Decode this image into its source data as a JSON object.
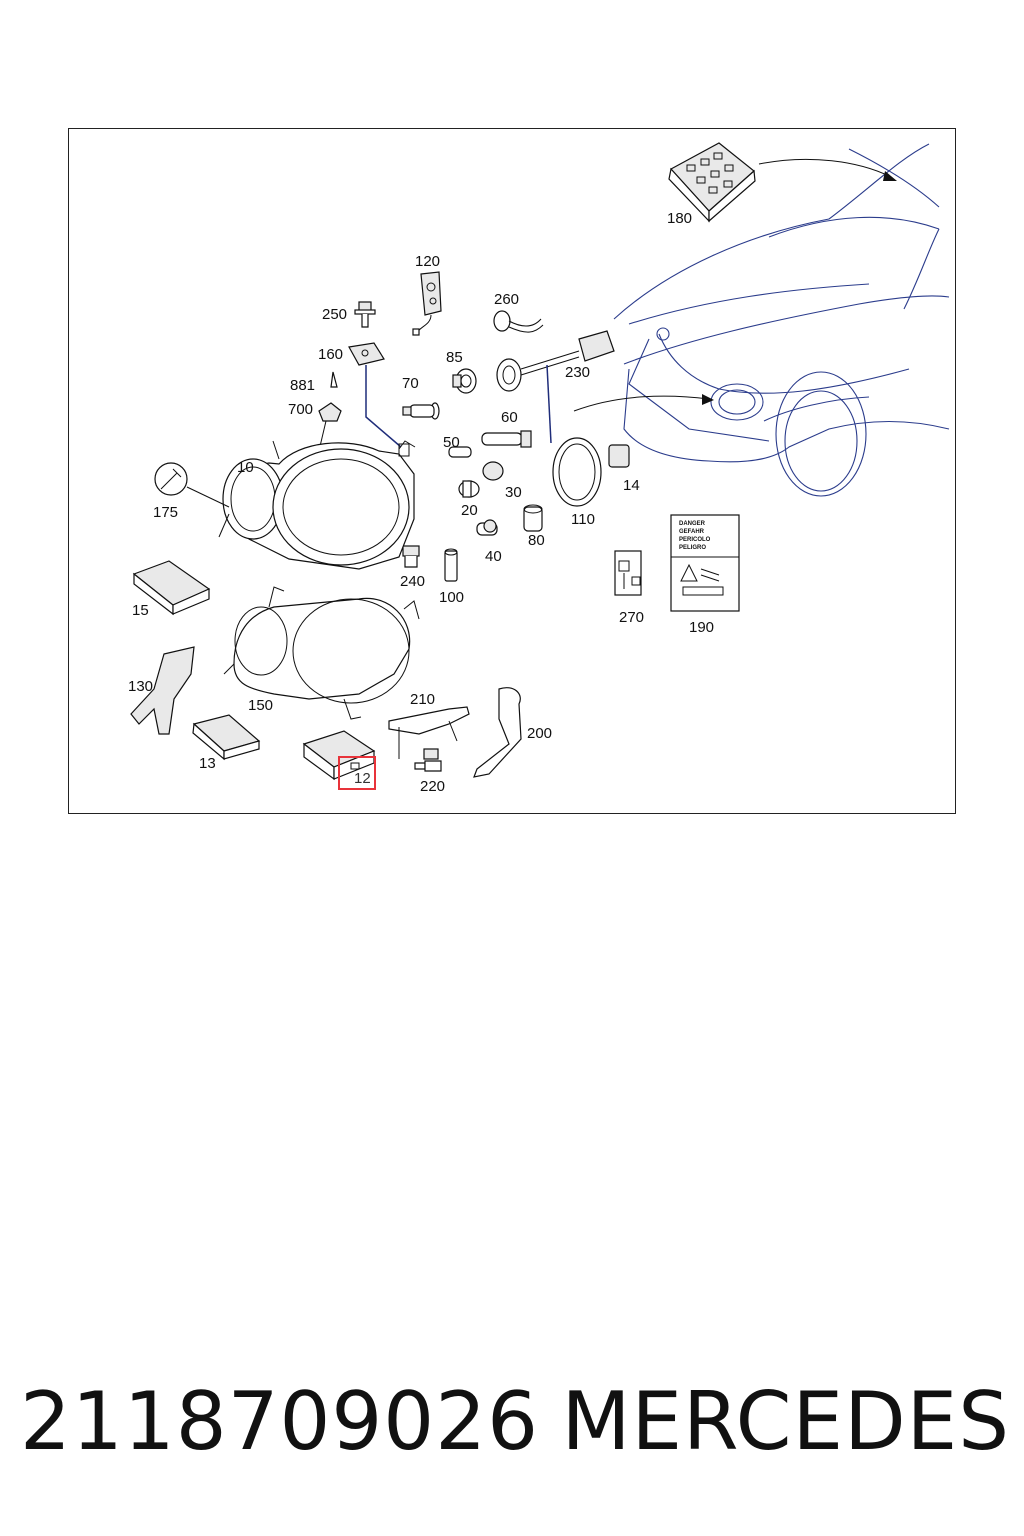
{
  "diagram": {
    "labels": {
      "p180": "180",
      "p120": "120",
      "p260": "260",
      "p250": "250",
      "p160": "160",
      "p85": "85",
      "p230": "230",
      "p881": "881",
      "p70": "70",
      "p700": "700",
      "p60": "60",
      "p50": "50",
      "p10": "10",
      "p30": "30",
      "p14": "14",
      "p175": "175",
      "p20": "20",
      "p110": "110",
      "p80": "80",
      "p40": "40",
      "p240": "240",
      "p100": "100",
      "p270": "270",
      "p190": "190",
      "p15": "15",
      "p150": "150",
      "p130": "130",
      "p210": "210",
      "p200": "200",
      "p13": "13",
      "p12": "12",
      "p220": "220"
    },
    "warning_label": {
      "line1": "DANGER",
      "line2": "GEFAHR",
      "line3": "PERICOLO",
      "line4": "PELIGRO"
    },
    "highlight_color": "#e8333a",
    "car_outline_color": "#2b3c8c"
  },
  "footer": {
    "part_number": "2118709026",
    "brand": "MERCEDES"
  }
}
